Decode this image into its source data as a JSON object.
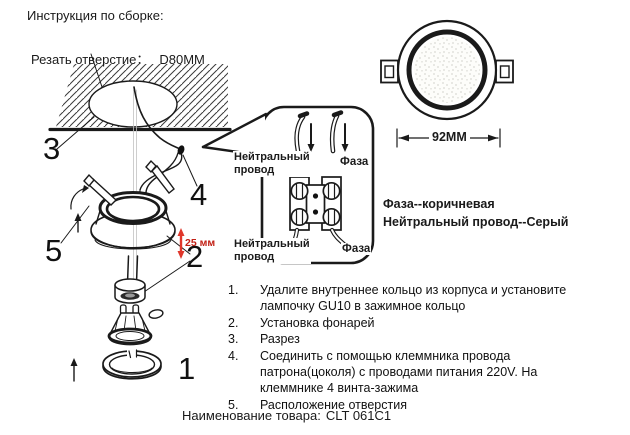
{
  "title": "Инструкция по сборке:",
  "cut_hole": {
    "label": "Резать отверстие：",
    "value": "D80MM"
  },
  "part_numbers": {
    "n1": "1",
    "n2": "2",
    "n3": "3",
    "n4": "4",
    "n5": "5"
  },
  "depth_label": "25 мм",
  "callout": {
    "neutral_top": "Нейтральный\nпровод",
    "phase_top": "Фаза",
    "neutral_bottom": "Нейтральный\nпровод",
    "phase_bottom": "Фаза"
  },
  "wiring_note": {
    "phase_line": "Фаза--коричневая",
    "neutral_line": "Нейтральный провод--Серый"
  },
  "top_view": {
    "diameter_label": "92MM"
  },
  "steps": [
    {
      "num": "1.",
      "text": "Удалите внутреннее кольцо из корпуса и установите\nлампочку GU10 в зажимное кольцо"
    },
    {
      "num": "2.",
      "text": "Установка фонарей"
    },
    {
      "num": "3.",
      "text": "Разрез"
    },
    {
      "num": "4.",
      "text": "Соединить с помощью клеммника провода\nпатрона(цоколя) с проводами питания 220V. На\nклеммнике 4 винта-зажима"
    },
    {
      "num": "5.",
      "text": "Расположение отверстия"
    }
  ],
  "footer": {
    "label": "Наименование товара:",
    "value": "CLT 061C1"
  },
  "colors": {
    "ink": "#1a1a1a",
    "red_arrow": "#e0372b",
    "red_text": "#c22015"
  }
}
